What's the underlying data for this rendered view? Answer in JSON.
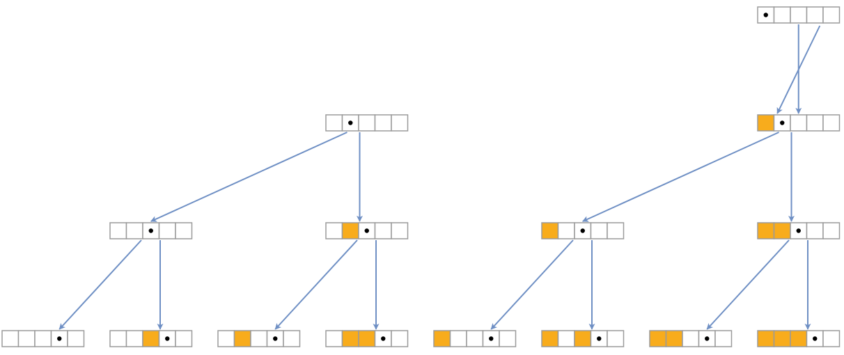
{
  "colors": {
    "filled": "#f8ac1c",
    "empty": "#ffffff",
    "border": "#9a9a9a",
    "edge": "#6e8fc4",
    "dot": "#000000"
  },
  "tree": {
    "cells_per_node": 5,
    "levels": [
      [
        {
          "id": "n0",
          "filled": [
            0,
            0,
            0,
            0,
            0
          ],
          "cursor": 0,
          "children": [
            "n1",
            "n2"
          ]
        }
      ],
      [
        {
          "id": "n1",
          "filled": [
            0,
            0,
            0,
            0,
            0
          ],
          "cursor": 1,
          "children": [
            "n3",
            "n4"
          ]
        },
        {
          "id": "n2",
          "filled": [
            1,
            0,
            0,
            0,
            0
          ],
          "cursor": 1,
          "children": [
            "n5",
            "n6"
          ]
        }
      ],
      [
        {
          "id": "n3",
          "filled": [
            0,
            0,
            0,
            0,
            0
          ],
          "cursor": 2,
          "children": [
            "n7",
            "n8"
          ]
        },
        {
          "id": "n4",
          "filled": [
            0,
            1,
            0,
            0,
            0
          ],
          "cursor": 2,
          "children": [
            "n9",
            "n10"
          ]
        },
        {
          "id": "n5",
          "filled": [
            1,
            0,
            0,
            0,
            0
          ],
          "cursor": 2,
          "children": [
            "n11",
            "n12"
          ]
        },
        {
          "id": "n6",
          "filled": [
            1,
            1,
            0,
            0,
            0
          ],
          "cursor": 2,
          "children": [
            "n13",
            "n14"
          ]
        }
      ],
      [
        {
          "id": "n7",
          "filled": [
            0,
            0,
            0,
            0,
            0
          ],
          "cursor": 3,
          "children": []
        },
        {
          "id": "n8",
          "filled": [
            0,
            0,
            1,
            0,
            0
          ],
          "cursor": 3,
          "children": []
        },
        {
          "id": "n9",
          "filled": [
            0,
            1,
            0,
            0,
            0
          ],
          "cursor": 3,
          "children": []
        },
        {
          "id": "n10",
          "filled": [
            0,
            1,
            1,
            0,
            0
          ],
          "cursor": 3,
          "children": []
        },
        {
          "id": "n11",
          "filled": [
            1,
            0,
            0,
            0,
            0
          ],
          "cursor": 3,
          "children": []
        },
        {
          "id": "n12",
          "filled": [
            1,
            0,
            1,
            0,
            0
          ],
          "cursor": 3,
          "children": []
        },
        {
          "id": "n13",
          "filled": [
            1,
            1,
            0,
            0,
            0
          ],
          "cursor": 3,
          "children": []
        },
        {
          "id": "n14",
          "filled": [
            1,
            1,
            1,
            0,
            0
          ],
          "cursor": 3,
          "children": []
        }
      ]
    ]
  }
}
